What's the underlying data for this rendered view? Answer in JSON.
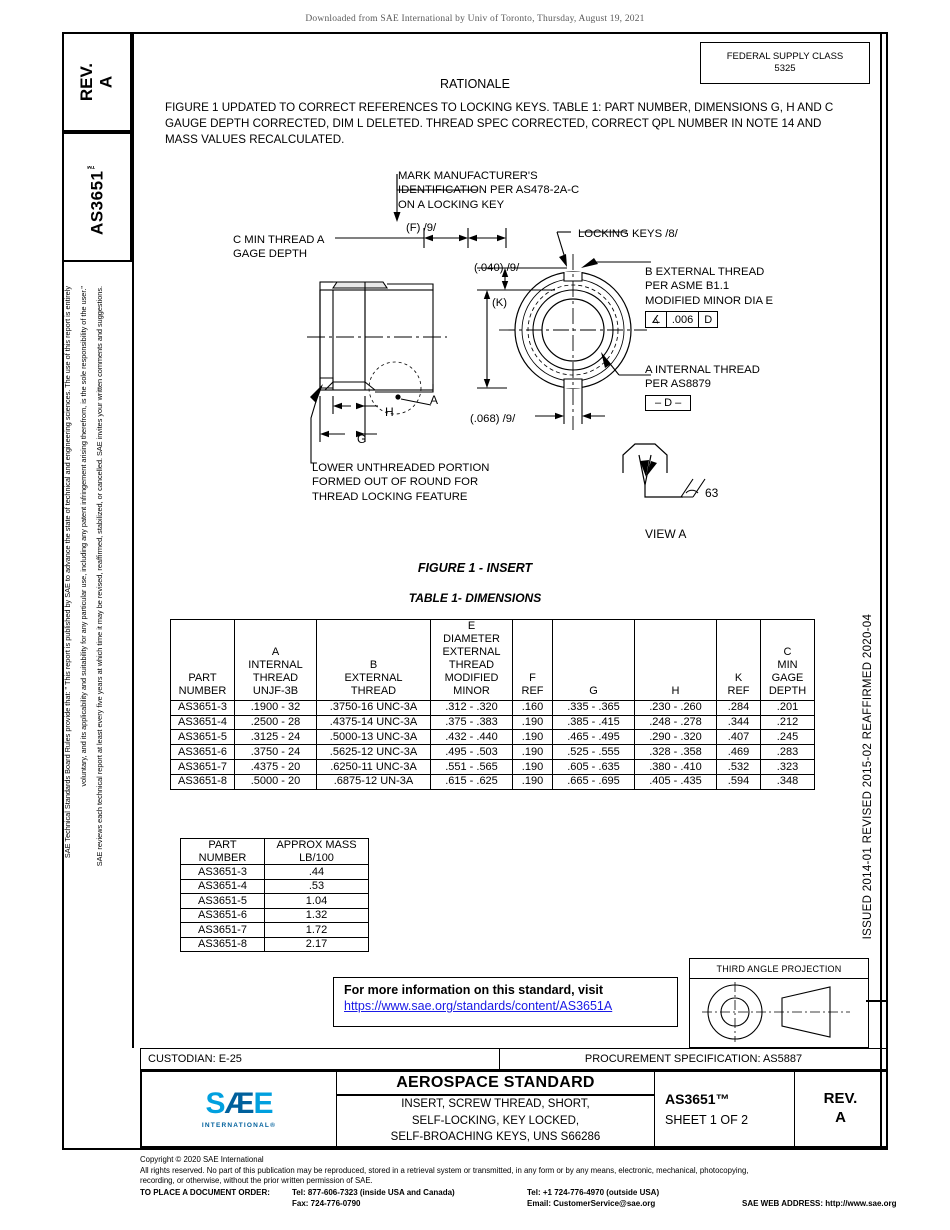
{
  "banner": {
    "text": "Downloaded from SAE International by Univ of Toronto, Thursday, August 19, 2021"
  },
  "spine": {
    "rev_label": "REV.",
    "rev_value": "A",
    "doc_number": "AS3651",
    "trademark": "™",
    "legal_line_1": "SAE Technical Standards Board Rules provide that: \" This report is published by SAE to advance the state of technical and engineering sciences. The use of this report is entirely",
    "legal_line_2": "voluntary, and its applicability and suitability for any particular use, including any patent infringement arising therefrom, is the sole responsibility of the user.\"",
    "legal_line_3": "SAE reviews each technical report at least every five years at which time it may be revised, reaffirmed, stabilized, or cancelled. SAE invites your written comments and suggestions."
  },
  "right_spine": {
    "issued": "ISSUED 2014-01",
    "revised": "REVISED 2015-02",
    "reaffirmed": "REAFFIRMED 2020-04"
  },
  "federal_supply_class": {
    "title": "FEDERAL SUPPLY CLASS",
    "value": "5325"
  },
  "rationale": {
    "title": "RATIONALE",
    "body": "FIGURE 1 UPDATED TO CORRECT REFERENCES TO LOCKING KEYS. TABLE 1: PART NUMBER, DIMENSIONS G, H AND C GAUGE DEPTH CORRECTED, DIM L DELETED. THREAD SPEC CORRECTED, CORRECT QPL NUMBER IN NOTE 14 AND MASS VALUES RECALCULATED."
  },
  "drawing": {
    "mark_manufacturer": "MARK MANUFACTURER'S\nIDENTIFICATION PER AS478-2A-C\nON A LOCKING KEY",
    "c_min_thread": "C MIN THREAD A\nGAGE DEPTH",
    "dim_f": "(F) /9/",
    "lower_unthreaded": "LOWER UNTHREADED PORTION\nFORMED OUT OF ROUND FOR\nTHREAD LOCKING FEATURE",
    "dim_040": "(.040) /9/",
    "dim_k": "(K)",
    "dim_068": "(.068) /9/",
    "locking_keys": "LOCKING KEYS /8/",
    "b_external": "B EXTERNAL THREAD\nPER ASME B1.1\nMODIFIED MINOR DIA E",
    "fcf_symbol": "∡",
    "fcf_tolerance": ".006",
    "fcf_datum": "D",
    "a_internal": "A INTERNAL THREAD\nPER AS8879",
    "datum_d": "– D –",
    "view_a_label": "VIEW A",
    "surface_finish": "63",
    "dim_a": "A",
    "dim_h": "H",
    "dim_g": "G",
    "figure_caption": "FIGURE 1 - INSERT",
    "table_caption": "TABLE 1- DIMENSIONS"
  },
  "dimensions_table": {
    "headers": [
      {
        "lines": [
          "PART",
          "NUMBER"
        ]
      },
      {
        "lines": [
          "A",
          "INTERNAL",
          "THREAD",
          "UNJF-3B"
        ]
      },
      {
        "lines": [
          "B",
          "EXTERNAL",
          "THREAD"
        ]
      },
      {
        "lines": [
          "E",
          "DIAMETER",
          "EXTERNAL",
          "THREAD",
          "MODIFIED",
          "MINOR"
        ]
      },
      {
        "lines": [
          "F",
          "REF"
        ]
      },
      {
        "lines": [
          "G"
        ]
      },
      {
        "lines": [
          "H"
        ]
      },
      {
        "lines": [
          "K",
          "REF"
        ]
      },
      {
        "lines": [
          "C",
          "MIN",
          "GAGE",
          "DEPTH"
        ]
      }
    ],
    "rows": [
      [
        "AS3651-3",
        ".1900 - 32",
        ".3750-16 UNC-3A",
        ".312 - .320",
        ".160",
        ".335 - .365",
        ".230 - .260",
        ".284",
        ".201"
      ],
      [
        "AS3651-4",
        ".2500 - 28",
        ".4375-14 UNC-3A",
        ".375 - .383",
        ".190",
        ".385 - .415",
        ".248 - .278",
        ".344",
        ".212"
      ],
      [
        "AS3651-5",
        ".3125 - 24",
        ".5000-13 UNC-3A",
        ".432 - .440",
        ".190",
        ".465 - .495",
        ".290 - .320",
        ".407",
        ".245"
      ],
      [
        "AS3651-6",
        ".3750 - 24",
        ".5625-12 UNC-3A",
        ".495 - .503",
        ".190",
        ".525 - .555",
        ".328 - .358",
        ".469",
        ".283"
      ],
      [
        "AS3651-7",
        ".4375 - 20",
        ".6250-11 UNC-3A",
        ".551 - .565",
        ".190",
        ".605 - .635",
        ".380 - .410",
        ".532",
        ".323"
      ],
      [
        "AS3651-8",
        ".5000 - 20",
        ".6875-12 UN-3A",
        ".615 - .625",
        ".190",
        ".665 - .695",
        ".405 - .435",
        ".594",
        ".348"
      ]
    ]
  },
  "mass_table": {
    "headers": [
      {
        "lines": [
          "PART",
          "NUMBER"
        ]
      },
      {
        "lines": [
          "APPROX MASS",
          "LB/100"
        ]
      }
    ],
    "rows": [
      [
        "AS3651-3",
        ".44"
      ],
      [
        "AS3651-4",
        ".53"
      ],
      [
        "AS3651-5",
        "1.04"
      ],
      [
        "AS3651-6",
        "1.32"
      ],
      [
        "AS3651-7",
        "1.72"
      ],
      [
        "AS3651-8",
        "2.17"
      ]
    ]
  },
  "info_box": {
    "line1": "For more information on this standard, visit",
    "link": "https://www.sae.org/standards/content/AS3651A"
  },
  "third_angle_projection": {
    "title": "THIRD ANGLE PROJECTION"
  },
  "custodian_bar": {
    "custodian": "CUSTODIAN: E-25",
    "procurement": "PROCUREMENT SPECIFICATION: AS5887"
  },
  "title_block": {
    "logo_text": "SAE",
    "logo_sub": "INTERNATIONAL®",
    "standard_type": "AEROSPACE STANDARD",
    "description_lines": [
      "INSERT, SCREW THREAD, SHORT,",
      "SELF-LOCKING, KEY LOCKED,",
      "SELF-BROACHING KEYS, UNS S66286"
    ],
    "doc_number": "AS3651™",
    "sheet": "SHEET 1 OF 2",
    "rev_label": "REV.",
    "rev_value": "A"
  },
  "footer": {
    "copyright": "Copyright © 2020 SAE International",
    "rights_1": "All rights reserved. No part of this publication may be reproduced, stored in a retrieval system or transmitted, in any form or by any means, electronic, mechanical, photocopying,",
    "rights_2": "recording, or otherwise, without the prior written permission of SAE.",
    "order_label": "TO PLACE A DOCUMENT ORDER:",
    "tel_inside": "Tel: 877-606-7323 (inside USA and Canada)",
    "fax": "Fax: 724-776-0790",
    "tel_outside": "Tel: +1 724-776-4970 (outside USA)",
    "email": "Email: CustomerService@sae.org",
    "web_label": "SAE WEB ADDRESS: http://www.sae.org"
  },
  "colors": {
    "link": "#1a1ae6",
    "logo_light": "#00A0DF",
    "logo_dark": "#00609C",
    "banner_text": "#5a5a5a"
  }
}
